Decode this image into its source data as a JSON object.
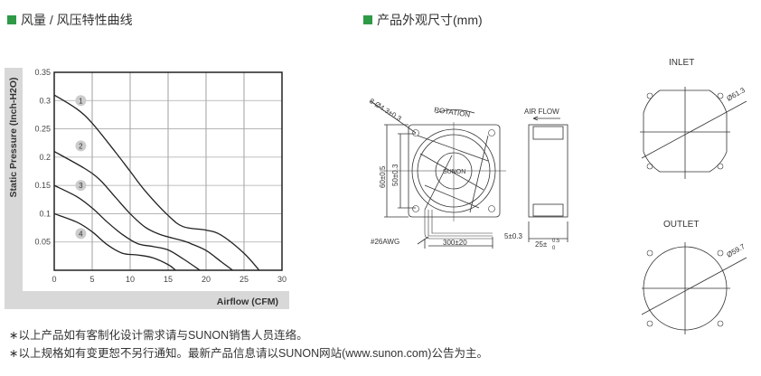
{
  "headers": {
    "pq_title": "风量 / 风压特性曲线",
    "dim_title": "产品外观尺寸(mm)"
  },
  "chart_data": {
    "type": "line",
    "xlabel": "Airflow (CFM)",
    "ylabel": "Static Pressure (Inch-H2O)",
    "xlim": [
      0,
      30
    ],
    "ylim": [
      0,
      0.35
    ],
    "xticks": [
      "0",
      "5",
      "10",
      "15",
      "20",
      "25",
      "30"
    ],
    "yticks": [
      "0.05",
      "0.1",
      "0.15",
      "0.2",
      "0.25",
      "0.3",
      "0.35"
    ],
    "grid": true,
    "series": [
      {
        "name": "1",
        "points": [
          [
            0,
            0.31
          ],
          [
            3,
            0.285
          ],
          [
            5,
            0.26
          ],
          [
            8,
            0.21
          ],
          [
            10,
            0.175
          ],
          [
            12,
            0.14
          ],
          [
            15,
            0.097
          ],
          [
            17,
            0.077
          ],
          [
            20,
            0.071
          ],
          [
            22,
            0.062
          ],
          [
            25,
            0.03
          ],
          [
            27,
            0
          ]
        ]
      },
      {
        "name": "2",
        "points": [
          [
            0,
            0.21
          ],
          [
            4,
            0.18
          ],
          [
            6,
            0.16
          ],
          [
            8,
            0.13
          ],
          [
            10,
            0.1
          ],
          [
            12,
            0.076
          ],
          [
            14,
            0.063
          ],
          [
            17,
            0.052
          ],
          [
            18,
            0.047
          ],
          [
            20,
            0.035
          ],
          [
            22,
            0.015
          ],
          [
            23.5,
            0
          ]
        ]
      },
      {
        "name": "3",
        "points": [
          [
            0,
            0.15
          ],
          [
            3,
            0.13
          ],
          [
            5,
            0.11
          ],
          [
            7,
            0.085
          ],
          [
            9,
            0.063
          ],
          [
            11,
            0.047
          ],
          [
            13,
            0.042
          ],
          [
            15,
            0.036
          ],
          [
            17,
            0.02
          ],
          [
            19.2,
            0
          ]
        ]
      },
      {
        "name": "4",
        "points": [
          [
            0,
            0.1
          ],
          [
            3,
            0.085
          ],
          [
            5,
            0.068
          ],
          [
            7,
            0.045
          ],
          [
            9,
            0.03
          ],
          [
            11,
            0.027
          ],
          [
            13,
            0.022
          ],
          [
            15,
            0.01
          ],
          [
            16,
            0
          ]
        ]
      }
    ],
    "labels": [
      {
        "text": "1",
        "x": 3.5,
        "y": 0.3
      },
      {
        "text": "2",
        "x": 3.5,
        "y": 0.22
      },
      {
        "text": "3",
        "x": 3.5,
        "y": 0.15
      },
      {
        "text": "4",
        "x": 3.5,
        "y": 0.065
      }
    ]
  },
  "drawing": {
    "hole": "8-Ø4.3±0.3",
    "rotation": "ROTATION",
    "airflow": "AIR FLOW",
    "brand": "SUNON",
    "h60": "60±0.5",
    "h50": "50±0.3",
    "wire": "#26AWG",
    "len": "300±20",
    "strip": "5±0.3",
    "depth": "25±",
    "depth_tol_up": "0.5",
    "depth_tol_dn": "0",
    "inlet": "INLET",
    "inlet_dia": "Ø61.3",
    "outlet": "OUTLET",
    "outlet_dia": "Ø59.7"
  },
  "footnotes": [
    "∗以上产品如有客制化设计需求请与SUNON销售人员连络。",
    "∗以上规格如有变更恕不另行通知。最新产品信息请以SUNON网站(www.sunon.com)公告为主。"
  ]
}
